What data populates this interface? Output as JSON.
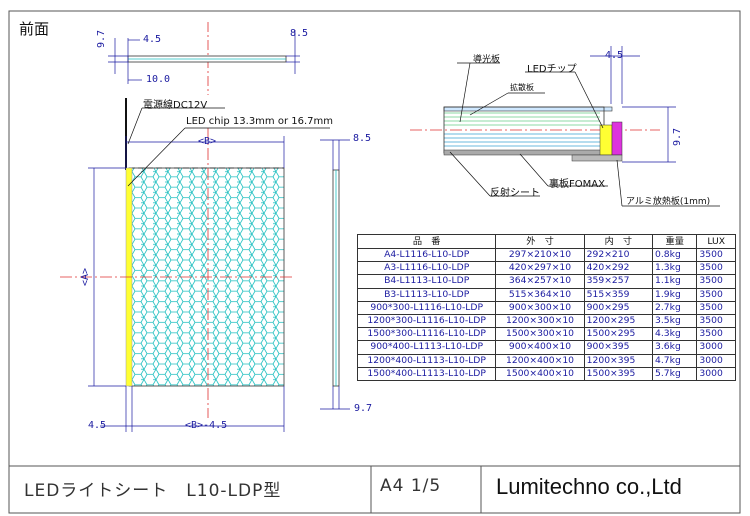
{
  "view_label": "前面",
  "top_view_dims": {
    "t1": "9.7",
    "t2": "4.5",
    "t3": "8.5",
    "t4": "10.0"
  },
  "callouts": {
    "power_cable": "電源線DC12V",
    "led_chip": "LED chip 13.3mm or 16.7mm"
  },
  "front_view_dims": {
    "width_b": "<B>",
    "height_a": "<A>",
    "side_thickness": "8.5",
    "bottom_left": "4.5",
    "bottom_width": "<B>-4.5",
    "bottom_right": "9.7"
  },
  "section_labels": {
    "light_guide": "導光板",
    "led_chip": "LEDチップ",
    "diffuser": "拡散板",
    "back_plate": "裏板FOMAX",
    "reflector": "反射シート",
    "heatsink": "アルミ放熱板(1mm)",
    "dim_top": "4.5",
    "dim_side": "9.7"
  },
  "table": {
    "headers": [
      "品　番",
      "外　寸",
      "内　寸",
      "重量",
      "LUX"
    ],
    "rows": [
      [
        "A4-L1116-L10-LDP",
        "297×210×10",
        "292×210",
        "0.8kg",
        "3500"
      ],
      [
        "A3-L1116-L10-LDP",
        "420×297×10",
        "420×292",
        "1.3kg",
        "3500"
      ],
      [
        "B4-L1113-L10-LDP",
        "364×257×10",
        "359×257",
        "1.1kg",
        "3500"
      ],
      [
        "B3-L1113-L10-LDP",
        "515×364×10",
        "515×359",
        "1.9kg",
        "3500"
      ],
      [
        "900*300-L1116-L10-LDP",
        "900×300×10",
        "900×295",
        "2.7kg",
        "3500"
      ],
      [
        "1200*300-L1116-L10-LDP",
        "1200×300×10",
        "1200×295",
        "3.5kg",
        "3500"
      ],
      [
        "1500*300-L1116-L10-LDP",
        "1500×300×10",
        "1500×295",
        "4.3kg",
        "3500"
      ],
      [
        "900*400-L1113-L10-LDP",
        "900×400×10",
        "900×395",
        "3.6kg",
        "3000"
      ],
      [
        "1200*400-L1113-L10-LDP",
        "1200×400×10",
        "1200×395",
        "4.7kg",
        "3000"
      ],
      [
        "1500*400-L1113-L10-LDP",
        "1500×400×10",
        "1500×395",
        "5.7kg",
        "3000"
      ]
    ]
  },
  "title_block": {
    "product": "LEDライトシート　L10-LDP型",
    "sheet": "A4 1/5",
    "company": "Lumitechno co.,Ltd"
  },
  "colors": {
    "hex_grid": "#1fbfc0",
    "led_strip": "#ffff33",
    "heatsink": "#dd33dd",
    "dim_blue": "#1a1aa0",
    "center_red": "#e03030"
  }
}
